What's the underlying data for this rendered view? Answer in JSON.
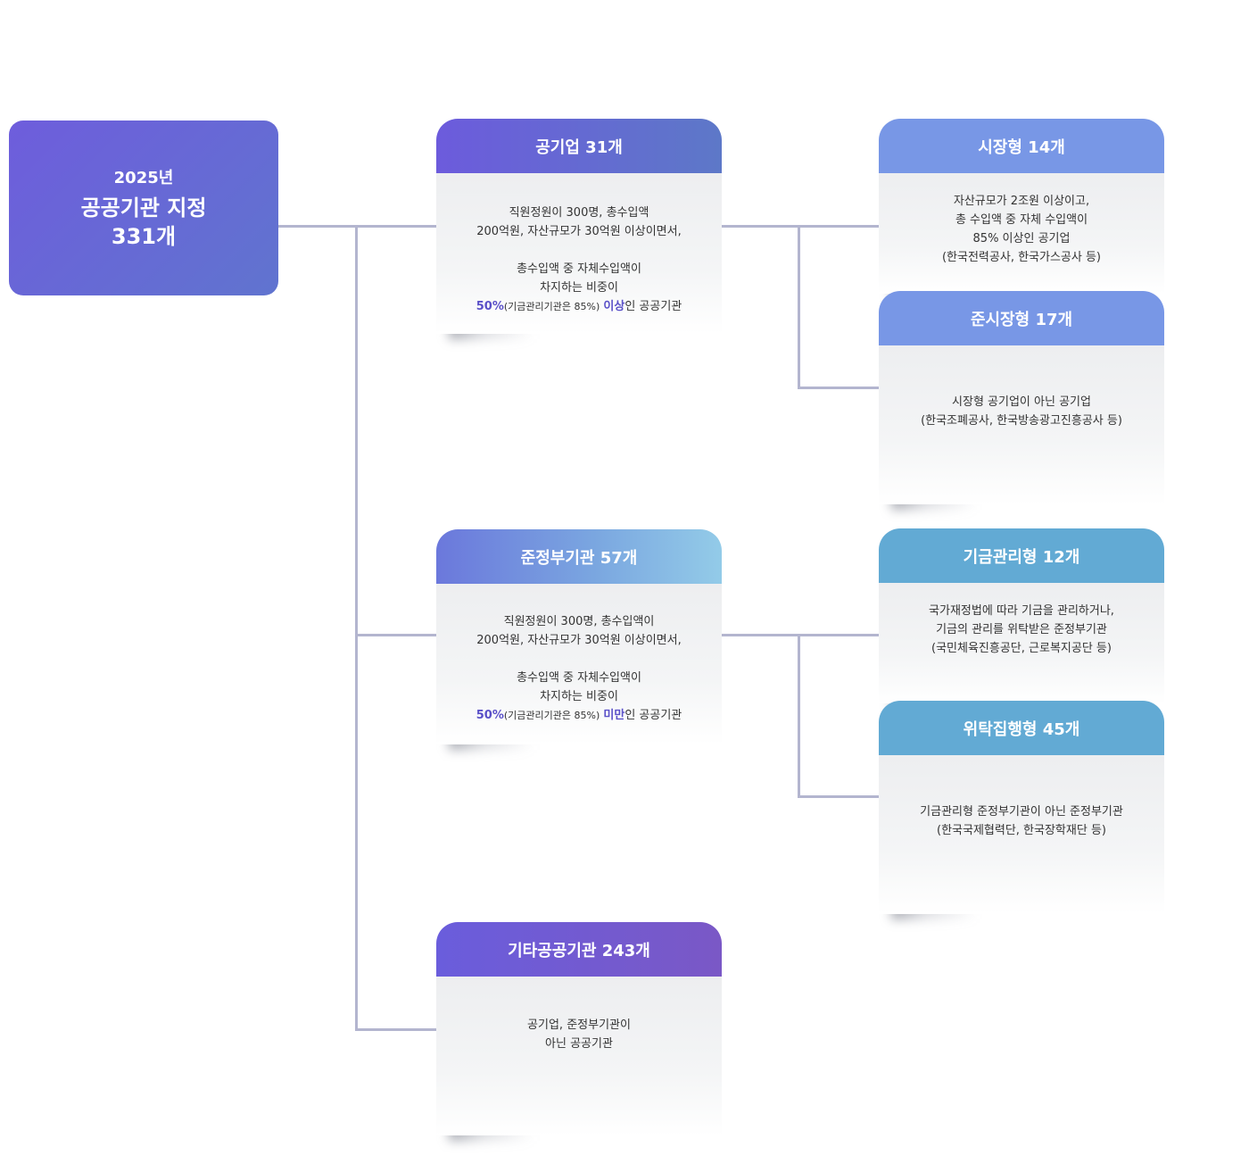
{
  "root": {
    "year": "2025년",
    "title": "공공기관 지정",
    "count": "331개"
  },
  "gongiup": {
    "title": "공기업 31개",
    "lines": [
      "직원정원이 300명, 총수입액",
      "200억원,  자산규모가 30억원 이상이면서,",
      "총수입액 중 자체수입액이",
      "차지하는 비중이"
    ],
    "pct": "50%",
    "paren": "(기금관리기관은 85%)",
    "cmp": "이상",
    "tail": "인 공공기관"
  },
  "sijang": {
    "title": "시장형 14개",
    "lines": [
      "자산규모가 2조원 이상이고,",
      "총 수입액 중 자체 수입액이",
      "85% 이상인 공기업",
      "(한국전력공사, 한국가스공사 등)"
    ]
  },
  "junsijang": {
    "title": "준시장형 17개",
    "lines": [
      "시장형 공기업이 아닌 공기업",
      "(한국조폐공사, 한국방송광고진흥공사 등)"
    ]
  },
  "junjeongbu": {
    "title": "준정부기관 57개",
    "lines": [
      "직원정원이 300명, 총수입액이",
      "200억원,  자산규모가 30억원 이상이면서,",
      "총수입액 중 자체수입액이",
      "차지하는 비중이"
    ],
    "pct": "50%",
    "paren": "(기금관리기관은 85%)",
    "cmp": "미만",
    "tail": "인 공공기관"
  },
  "gigeum": {
    "title": "기금관리형 12개",
    "lines": [
      "국가재정법에 따라 기금을 관리하거나,",
      "기금의 관리를 위탁받은 준정부기관",
      "(국민체육진흥공단, 근로복지공단 등)"
    ]
  },
  "witak": {
    "title": "위탁집행형 45개",
    "lines": [
      "기금관리형 준정부기관이 아닌 준정부기관",
      "(한국국제협력단, 한국장학재단 등)"
    ]
  },
  "gita": {
    "title": "기타공공기관 243개",
    "lines": [
      "공기업, 준정부기관이",
      "아닌 공공기관"
    ]
  },
  "colors": {
    "line": "#b3b5cf",
    "purple": "#6e5ddc",
    "blue": "#7b9ae6",
    "teal": "#65abd3",
    "highlight": "#5a50c8"
  }
}
